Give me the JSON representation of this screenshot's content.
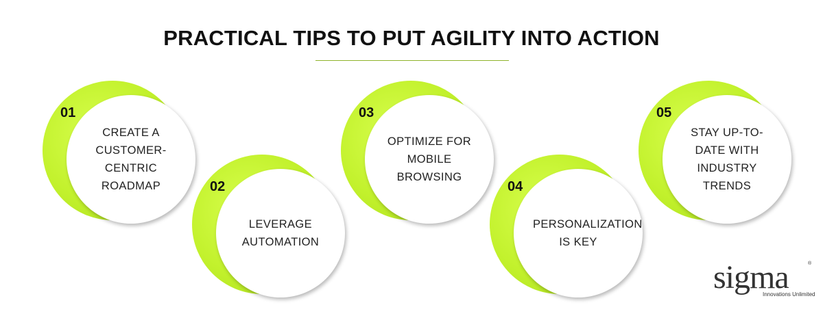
{
  "title": "PRACTICAL TIPS TO PUT AGILITY INTO ACTION",
  "accent_color": "#c2f12c",
  "tips": [
    {
      "number": "01",
      "text": "CREATE A CUSTOMER-CENTRIC ROADMAP"
    },
    {
      "number": "02",
      "text": "LEVERAGE AUTOMATION"
    },
    {
      "number": "03",
      "text": "OPTIMIZE FOR MOBILE BROWSING"
    },
    {
      "number": "04",
      "text": "PERSONALIZATION IS KEY"
    },
    {
      "number": "05",
      "text": "STAY UP-TO-DATE WITH INDUSTRY TRENDS"
    }
  ],
  "logo": {
    "wordmark": "sigma",
    "tagline": "Innovations Unlimited",
    "registered": "®"
  }
}
